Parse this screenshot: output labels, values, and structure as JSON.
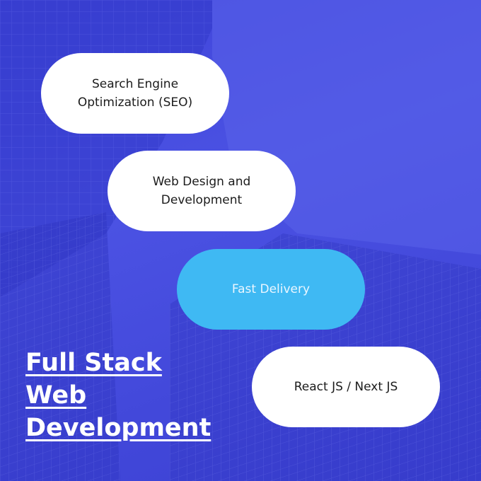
{
  "services": [
    {
      "label": "Search Engine\nOptimization (SEO)"
    },
    {
      "label": "Web Design and\nDevelopment"
    },
    {
      "label": "Fast Delivery"
    },
    {
      "label": "React JS / Next JS"
    }
  ],
  "headline": {
    "line1": "Full Stack",
    "line2": "Web",
    "line3": "Development"
  },
  "colors": {
    "background": "#4049d9",
    "highlight_pill": "#3fb9f3",
    "pill": "#ffffff"
  }
}
